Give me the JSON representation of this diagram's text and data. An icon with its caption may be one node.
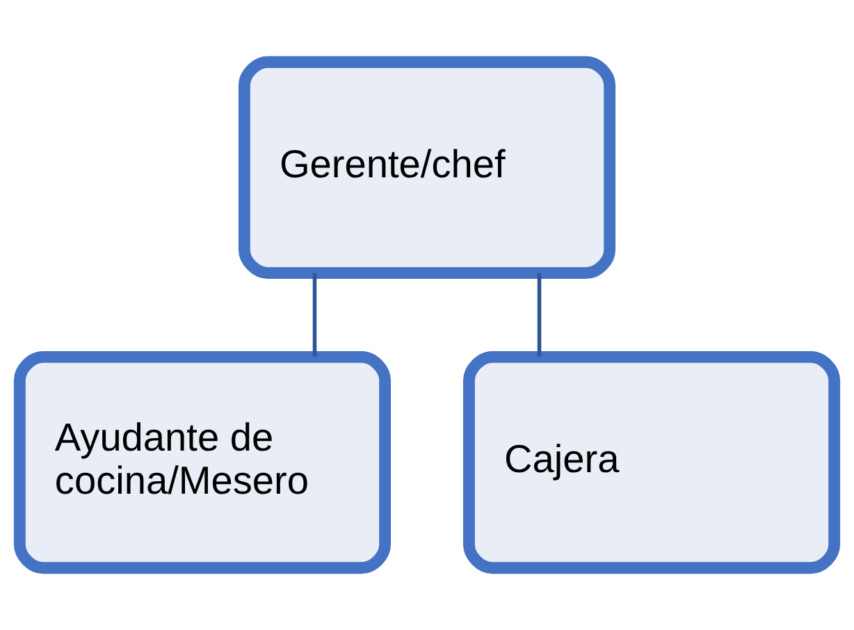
{
  "diagram": {
    "nodes": [
      {
        "text": [
          "Gerente/chef"
        ]
      },
      {
        "text": [
          "Ayudante de cocina/Mesero"
        ]
      },
      {
        "text": [
          "Cajera"
        ]
      }
    ],
    "edges": [
      {
        "from": 0,
        "to": 1,
        "arrow": "none"
      },
      {
        "from": 0,
        "to": 2,
        "arrow": "none"
      }
    ]
  }
}
